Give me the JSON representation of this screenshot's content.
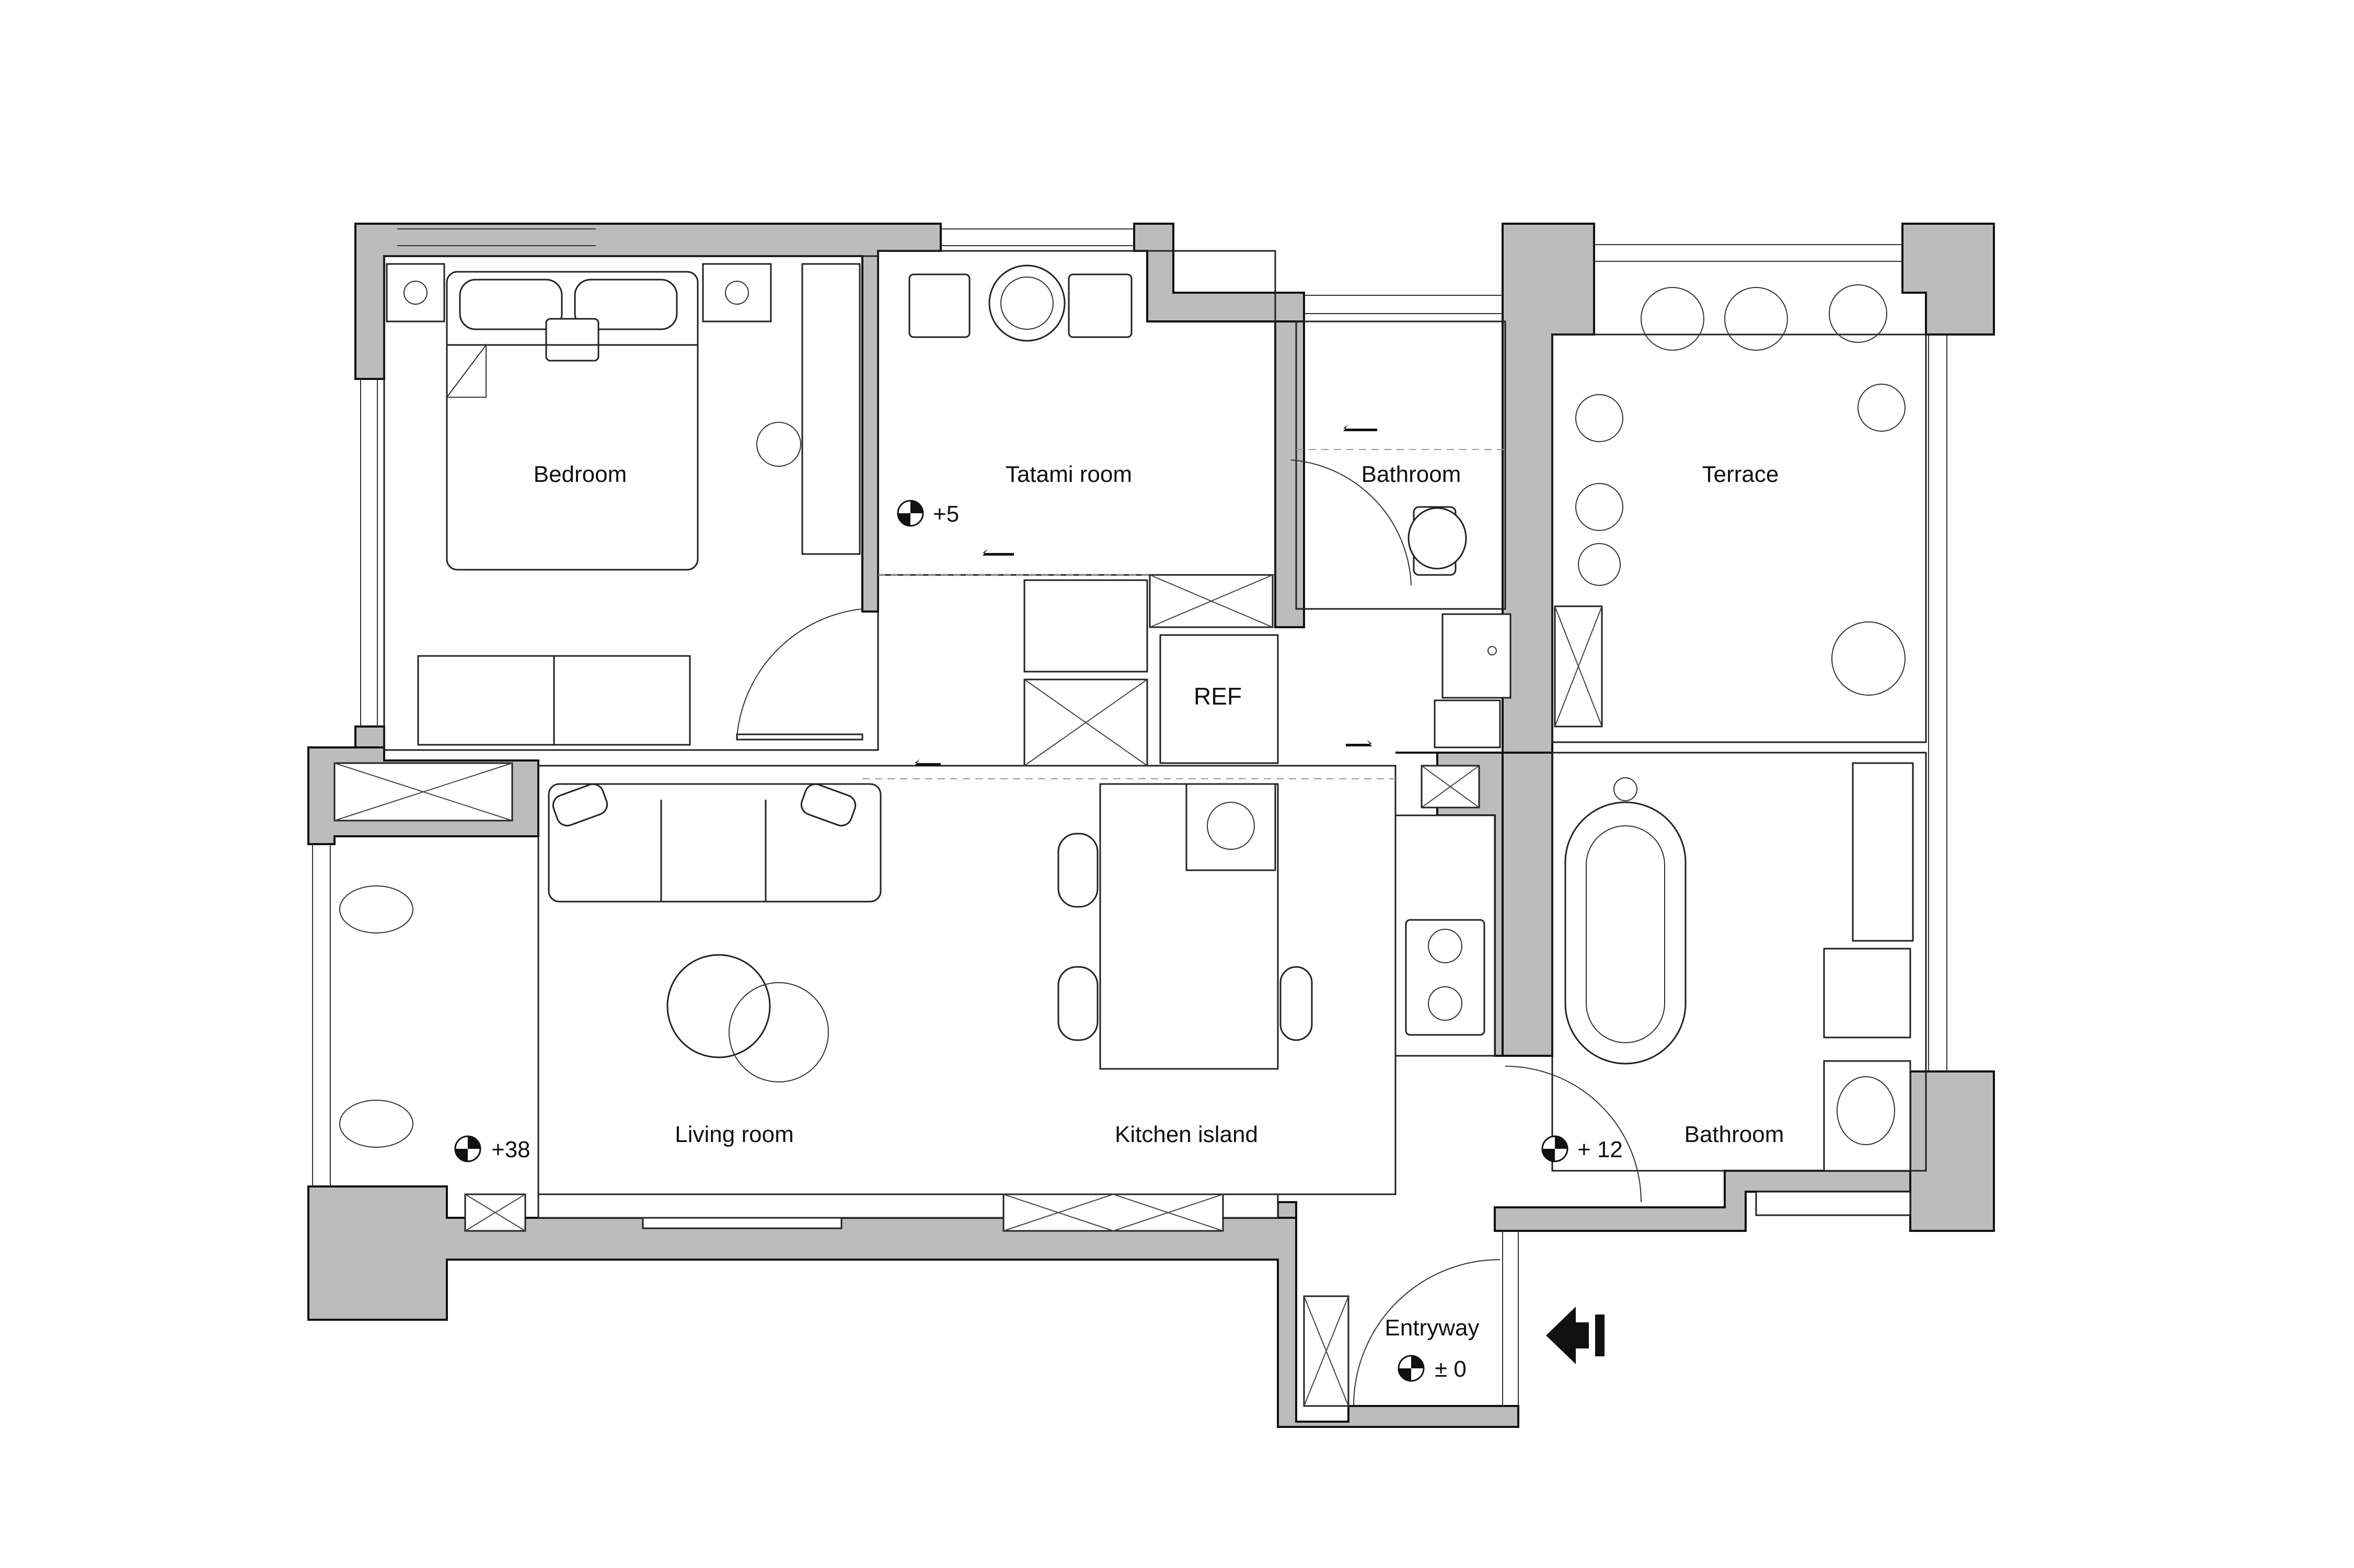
{
  "rooms": {
    "bedroom": "Bedroom",
    "tatami": "Tatami room",
    "bathroom_top": "Bathroom",
    "terrace": "Terrace",
    "refrigerator": "REF",
    "living": "Living room",
    "kitchen_island": "Kitchen island",
    "bathroom_bottom": "Bathroom",
    "entryway": "Entryway"
  },
  "levels": {
    "tatami": "+5",
    "living": "+38",
    "bathroom": "+ 12",
    "entryway": "± 0"
  },
  "icons": {
    "level_marker": "level-marker-icon",
    "entrance": "entrance-arrow-icon"
  },
  "colors": {
    "wall_fill": "#bcbcbc",
    "line": "#222222",
    "background": "#ffffff"
  }
}
